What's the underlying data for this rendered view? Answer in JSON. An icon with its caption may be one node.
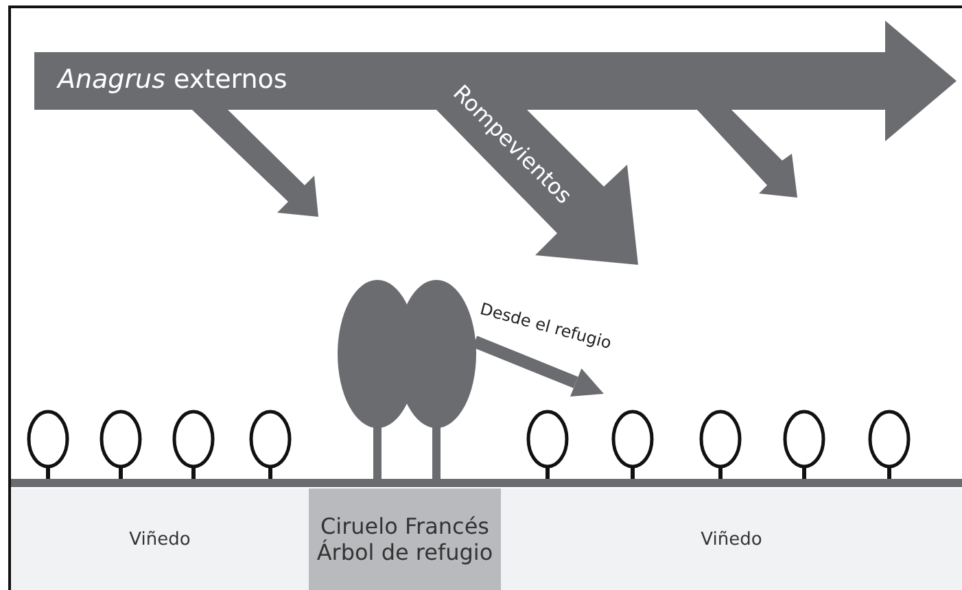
{
  "diagram": {
    "nodes": [
      {
        "text": [
          "Viñedo"
        ]
      },
      {
        "text": [
          "Ciruelo Francés",
          "Árbol de refugio"
        ]
      },
      {
        "text": [
          "Viñedo"
        ]
      },
      {
        "text": [],
        "shape": "picture"
      }
    ],
    "edges": [
      {
        "from": 3,
        "to": 2,
        "arrow": "to",
        "label": "Desde el refugio"
      }
    ],
    "labels": [
      "*Anagrus* externos",
      "Rompevientos"
    ]
  }
}
